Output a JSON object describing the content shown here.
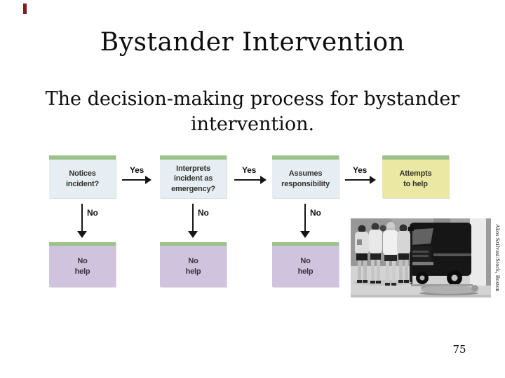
{
  "slide": {
    "title": "Bystander Intervention",
    "subtitle": "The decision-making process for bystander intervention.",
    "page_number": "75",
    "edge_mark_color": "#7e1e1e"
  },
  "flowchart": {
    "yes_label": "Yes",
    "no_label": "No",
    "steps": [
      {
        "label": "Notices\nincident?",
        "fill": "#e6eef3"
      },
      {
        "label": "Interprets\nincident as\nemergency?",
        "fill": "#e6eef3"
      },
      {
        "label": "Assumes\nresponsibility",
        "fill": "#e6eef3"
      },
      {
        "label": "Attempts\nto help",
        "fill": "#ebe8a4"
      }
    ],
    "outcomes": [
      {
        "label": "No\nhelp"
      },
      {
        "label": "No\nhelp"
      },
      {
        "label": "No\nhelp"
      }
    ],
    "colors": {
      "box_top_bar": "#9dc18b",
      "step_fill": "#e6eef3",
      "final_step_fill": "#ebe8a4",
      "outcome_fill": "#cfc3dd",
      "arrow": "#151515"
    }
  },
  "photo": {
    "credit": "Akos Szilvasi/Stock, Boston"
  }
}
